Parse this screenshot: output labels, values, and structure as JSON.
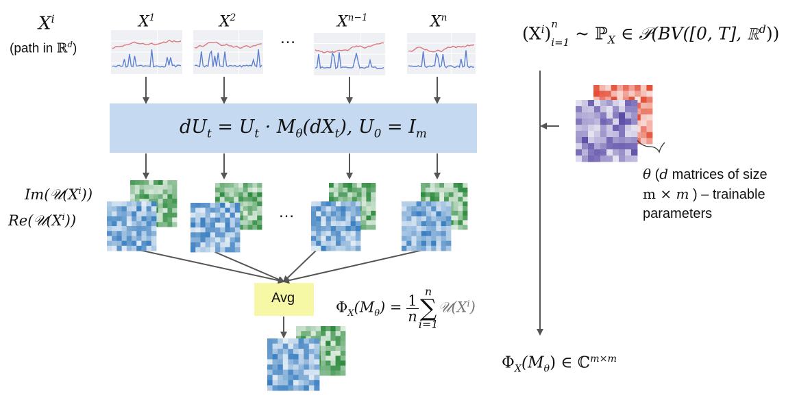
{
  "path_labels": {
    "xi_main": "X",
    "xi_sup": "i",
    "path_caption_prefix": "(path in ",
    "path_caption_space": "ℝ",
    "path_caption_sup": "d",
    "path_caption_suffix": ")",
    "x1_sup": "1",
    "x2_sup": "2",
    "xn1_sup": "n−1",
    "xn_sup": "n",
    "x_base": "X"
  },
  "ellipsis": "…",
  "ode": {
    "text": "dU_t = U_t · M_θ(dX_t), U_0 = I_m",
    "part1": "dU",
    "sub_t": "t",
    "eq": " = U",
    "dot": " · M",
    "sub_theta": "θ",
    "paren_open": "(dX",
    "paren_close": "), U",
    "sub_0": "0",
    "eq2": " = I",
    "sub_m": "m"
  },
  "matrix_labels": {
    "im": "Im(𝒰(X",
    "im_sup": "i",
    "im_close": "))",
    "re": "Re(𝒰(X",
    "re_sup": "i",
    "re_close": "))"
  },
  "avg": {
    "label": "Avg"
  },
  "phi_formula": {
    "lhs": "Φ",
    "lhs_sub": "X",
    "lhs_paren": "(M",
    "lhs_theta": "θ",
    "lhs_close": ") =",
    "frac_num": "1",
    "frac_den": "n",
    "sum_top": "n",
    "sum_sym": "∑",
    "sum_bot": "i=1",
    "rhs": "𝒰(X",
    "rhs_sup": "i",
    "rhs_close": ")"
  },
  "distribution": {
    "lhs_open": "(X",
    "lhs_sup_i": "i",
    "lhs_close": ")",
    "lhs_sup_n": "n",
    "lhs_sub": "i=1",
    "tilde": " ~ ",
    "prob": "ℙ",
    "prob_sub": "X",
    "in": " ∈ ",
    "space": "𝒫(BV([0, T], ℝ",
    "space_sup": "d",
    "space_close": "))"
  },
  "theta_caption": {
    "line1_theta": "θ",
    "line1_paren": " (",
    "line1_d": "d",
    "line1_text": " matrices of size",
    "line2_m": "m × ",
    "line2_m2": "m",
    "line2_text": " ) – trainable",
    "line3": "parameters"
  },
  "result": {
    "phi": "Φ",
    "sub_x": "X",
    "paren": "(M",
    "theta": "θ",
    "close": ") ∈ ",
    "space": "ℂ",
    "sup": "m×m"
  },
  "colors": {
    "ode_box": "#c5d9f1",
    "avg_box": "#f7f8a6",
    "arrow": "#555555",
    "red_series": "#d9777e",
    "blue_series": "#5b7fd1",
    "blue_matrix": "#3b7fc0",
    "green_matrix": "#2e8b3e",
    "purple_matrix": "#5a4aa6",
    "red_matrix": "#e2452c"
  }
}
